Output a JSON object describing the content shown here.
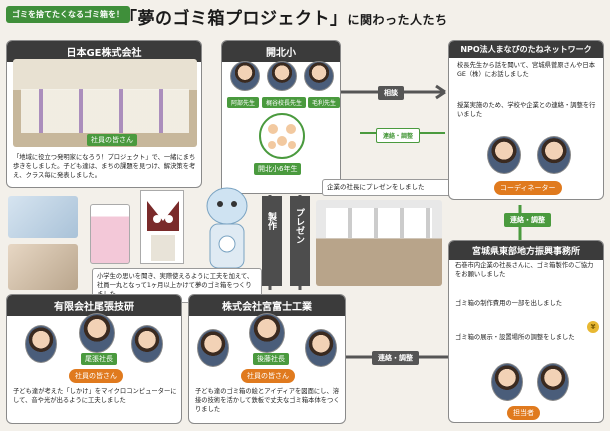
{
  "header": {
    "badge": "ゴミを捨てたくなるゴミ箱を！",
    "title_main": "「夢のゴミ箱プロジェクト」",
    "title_suffix": "に関わった人たち"
  },
  "ge": {
    "title": "日本GE株式会社",
    "photo_tag": "社員の皆さん",
    "desc": "「地域に役立つ発明家になろう！プロジェクト」で、一緒にまち歩きをしました。子ども達は、まちの課題を見つけ、解決策を考え、クラス毎に発表しました。"
  },
  "school": {
    "title": "開北小",
    "teachers": [
      "阿部先生",
      "梶谷校長先生",
      "毛利先生"
    ],
    "students": "開北小6年生",
    "present_note": "企業の社長にプレゼンをしました"
  },
  "npo": {
    "title": "NPO法人まなびのたねネットワーク",
    "p1": "校長先生から話を聞いて、宮城県菅原さんや日本GE（株）にお話しました",
    "p2": "授業実施のため、学校や企業との連絡・調整を行いました",
    "coordinator": "コーディネーター"
  },
  "office": {
    "title": "宮城県東部地方振興事務所",
    "items": [
      "石巻市内企業の社長さんに、ゴミ箱製作のご協力をお願いしました",
      "ゴミ箱の制作費用の一部を出しました",
      "ゴミ箱の展示・設置場所の調整をしました"
    ],
    "staff": "担当者"
  },
  "owari": {
    "title": "有限会社尾張技研",
    "president": "尾張社長",
    "staff": "社員の皆さん",
    "desc": "子ども達が考えた「しかけ」をマイクロコンピューターにして、音や光が出るように工夫しました"
  },
  "miyafuji": {
    "title": "株式会社宮富士工業",
    "president": "後藤社長",
    "staff": "社員の皆さん",
    "desc": "子ども達のゴミ箱の絵とアイディアを図面にし、溶接の技術を活かして鉄板で丈夫なゴミ箱本体をつくりました"
  },
  "middle_note": "小学生の思いを聞き、実際使えるように工夫を加えて、社員一丸となって1ヶ月以上かけて夢のゴミ箱をつくりました",
  "arrows": {
    "soudan": "相談",
    "renraku": "連絡・調整",
    "seisaku": "製作",
    "presen": "プレゼン",
    "renraku2": "連絡・調整",
    "renraku3": "連絡・調整"
  },
  "currency_icon": "yen-coin-icon"
}
